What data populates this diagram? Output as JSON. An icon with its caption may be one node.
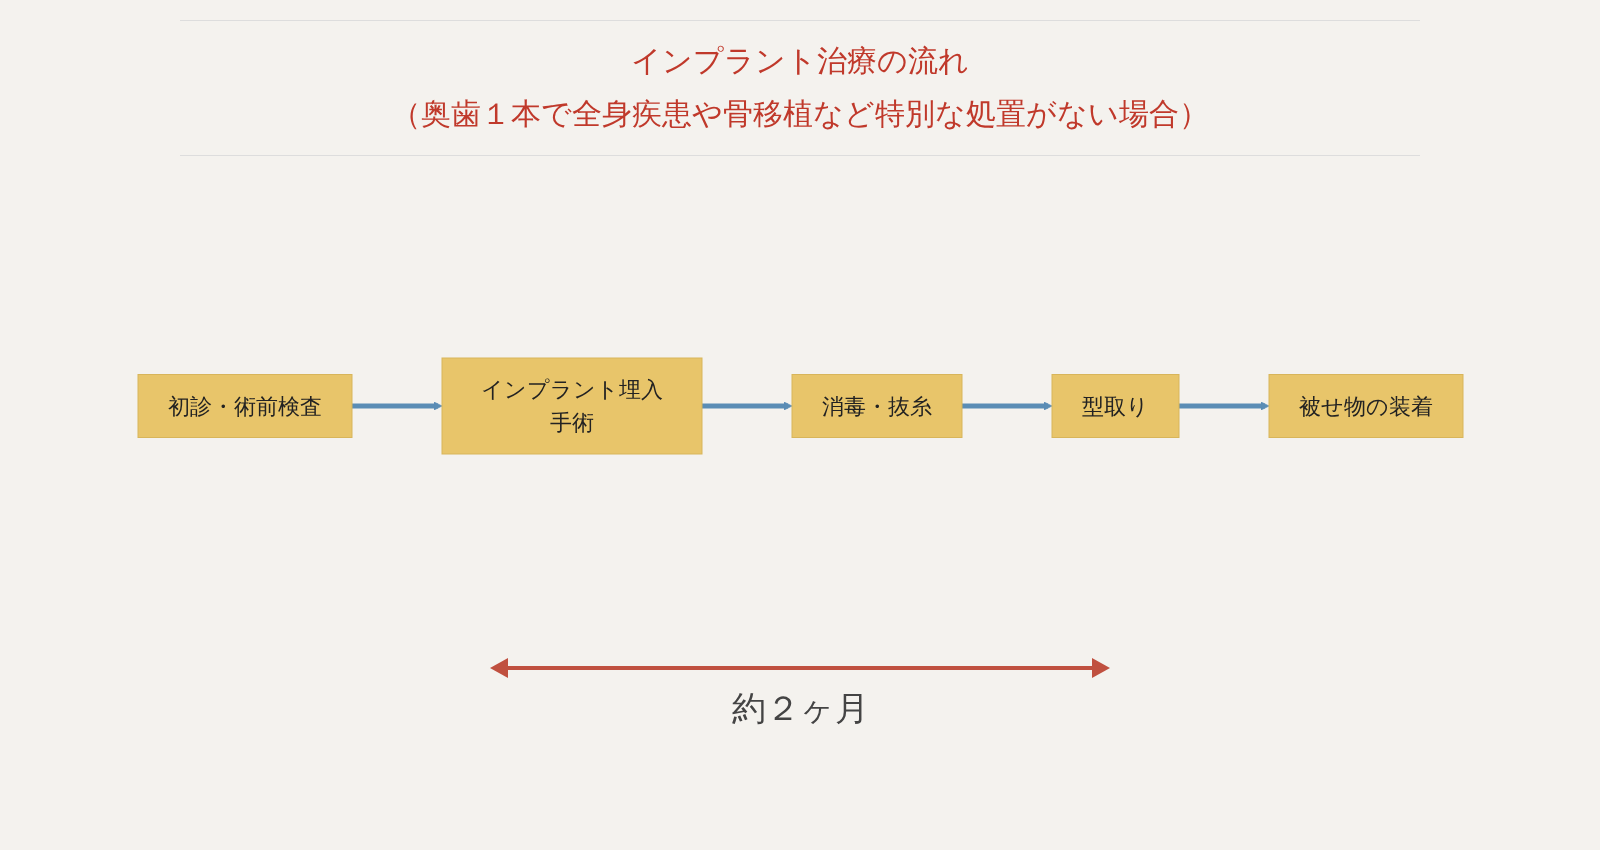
{
  "diagram": {
    "title": "インプラント治療の流れ",
    "nodes": [
      {
        "text": [
          "初診・術前検査"
        ]
      },
      {
        "text": [
          "インプラント埋入手術"
        ]
      },
      {
        "text": [
          "消毒・抜糸"
        ]
      },
      {
        "text": [
          "型取り"
        ]
      },
      {
        "text": [
          "被せ物の装着"
        ]
      }
    ],
    "edges": [
      {
        "from": 0,
        "to": 1,
        "arrow": "to"
      },
      {
        "from": 1,
        "to": 2,
        "arrow": "to"
      },
      {
        "from": 2,
        "to": 3,
        "arrow": "to"
      },
      {
        "from": 3,
        "to": 4,
        "arrow": "to"
      }
    ],
    "labels": [
      "（奥歯１本で全身疾患や骨移植など特別な処置がない場合）",
      "約２ヶ月"
    ]
  }
}
